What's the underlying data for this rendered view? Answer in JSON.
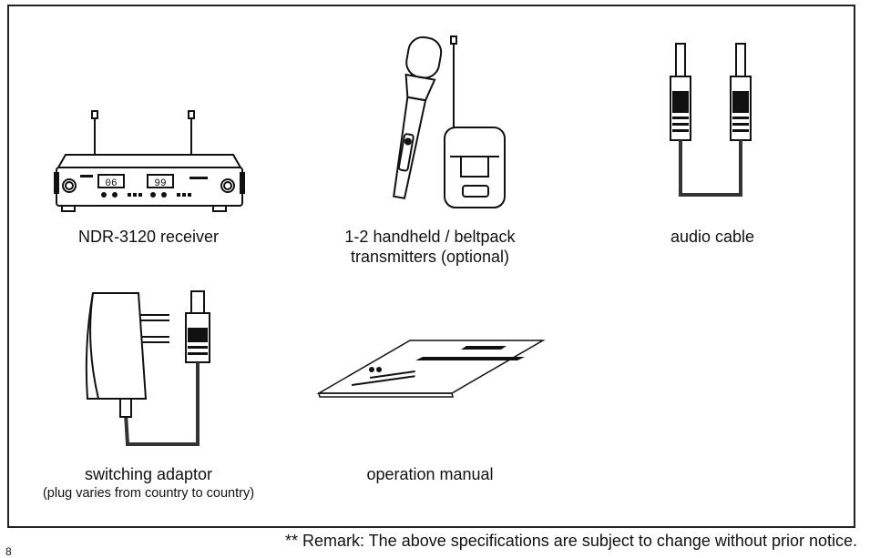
{
  "items": [
    {
      "caption": "NDR-3120 receiver",
      "icon": "receiver-icon"
    },
    {
      "caption_line1": "1-2 handheld / beltpack",
      "caption_line2": "transmitters (optional)",
      "icon": "transmitter-icon"
    },
    {
      "caption": "audio cable",
      "icon": "audio-cable-icon"
    },
    {
      "caption": "switching adaptor",
      "subcaption": "(plug varies from country to country)",
      "icon": "adaptor-icon"
    },
    {
      "caption": "operation manual",
      "icon": "manual-icon"
    }
  ],
  "receiver_display": {
    "left_channel": "06",
    "right_channel": "99"
  },
  "remark": "** Remark: The above specifications are subject to change without prior notice.",
  "footer_mark": "8"
}
